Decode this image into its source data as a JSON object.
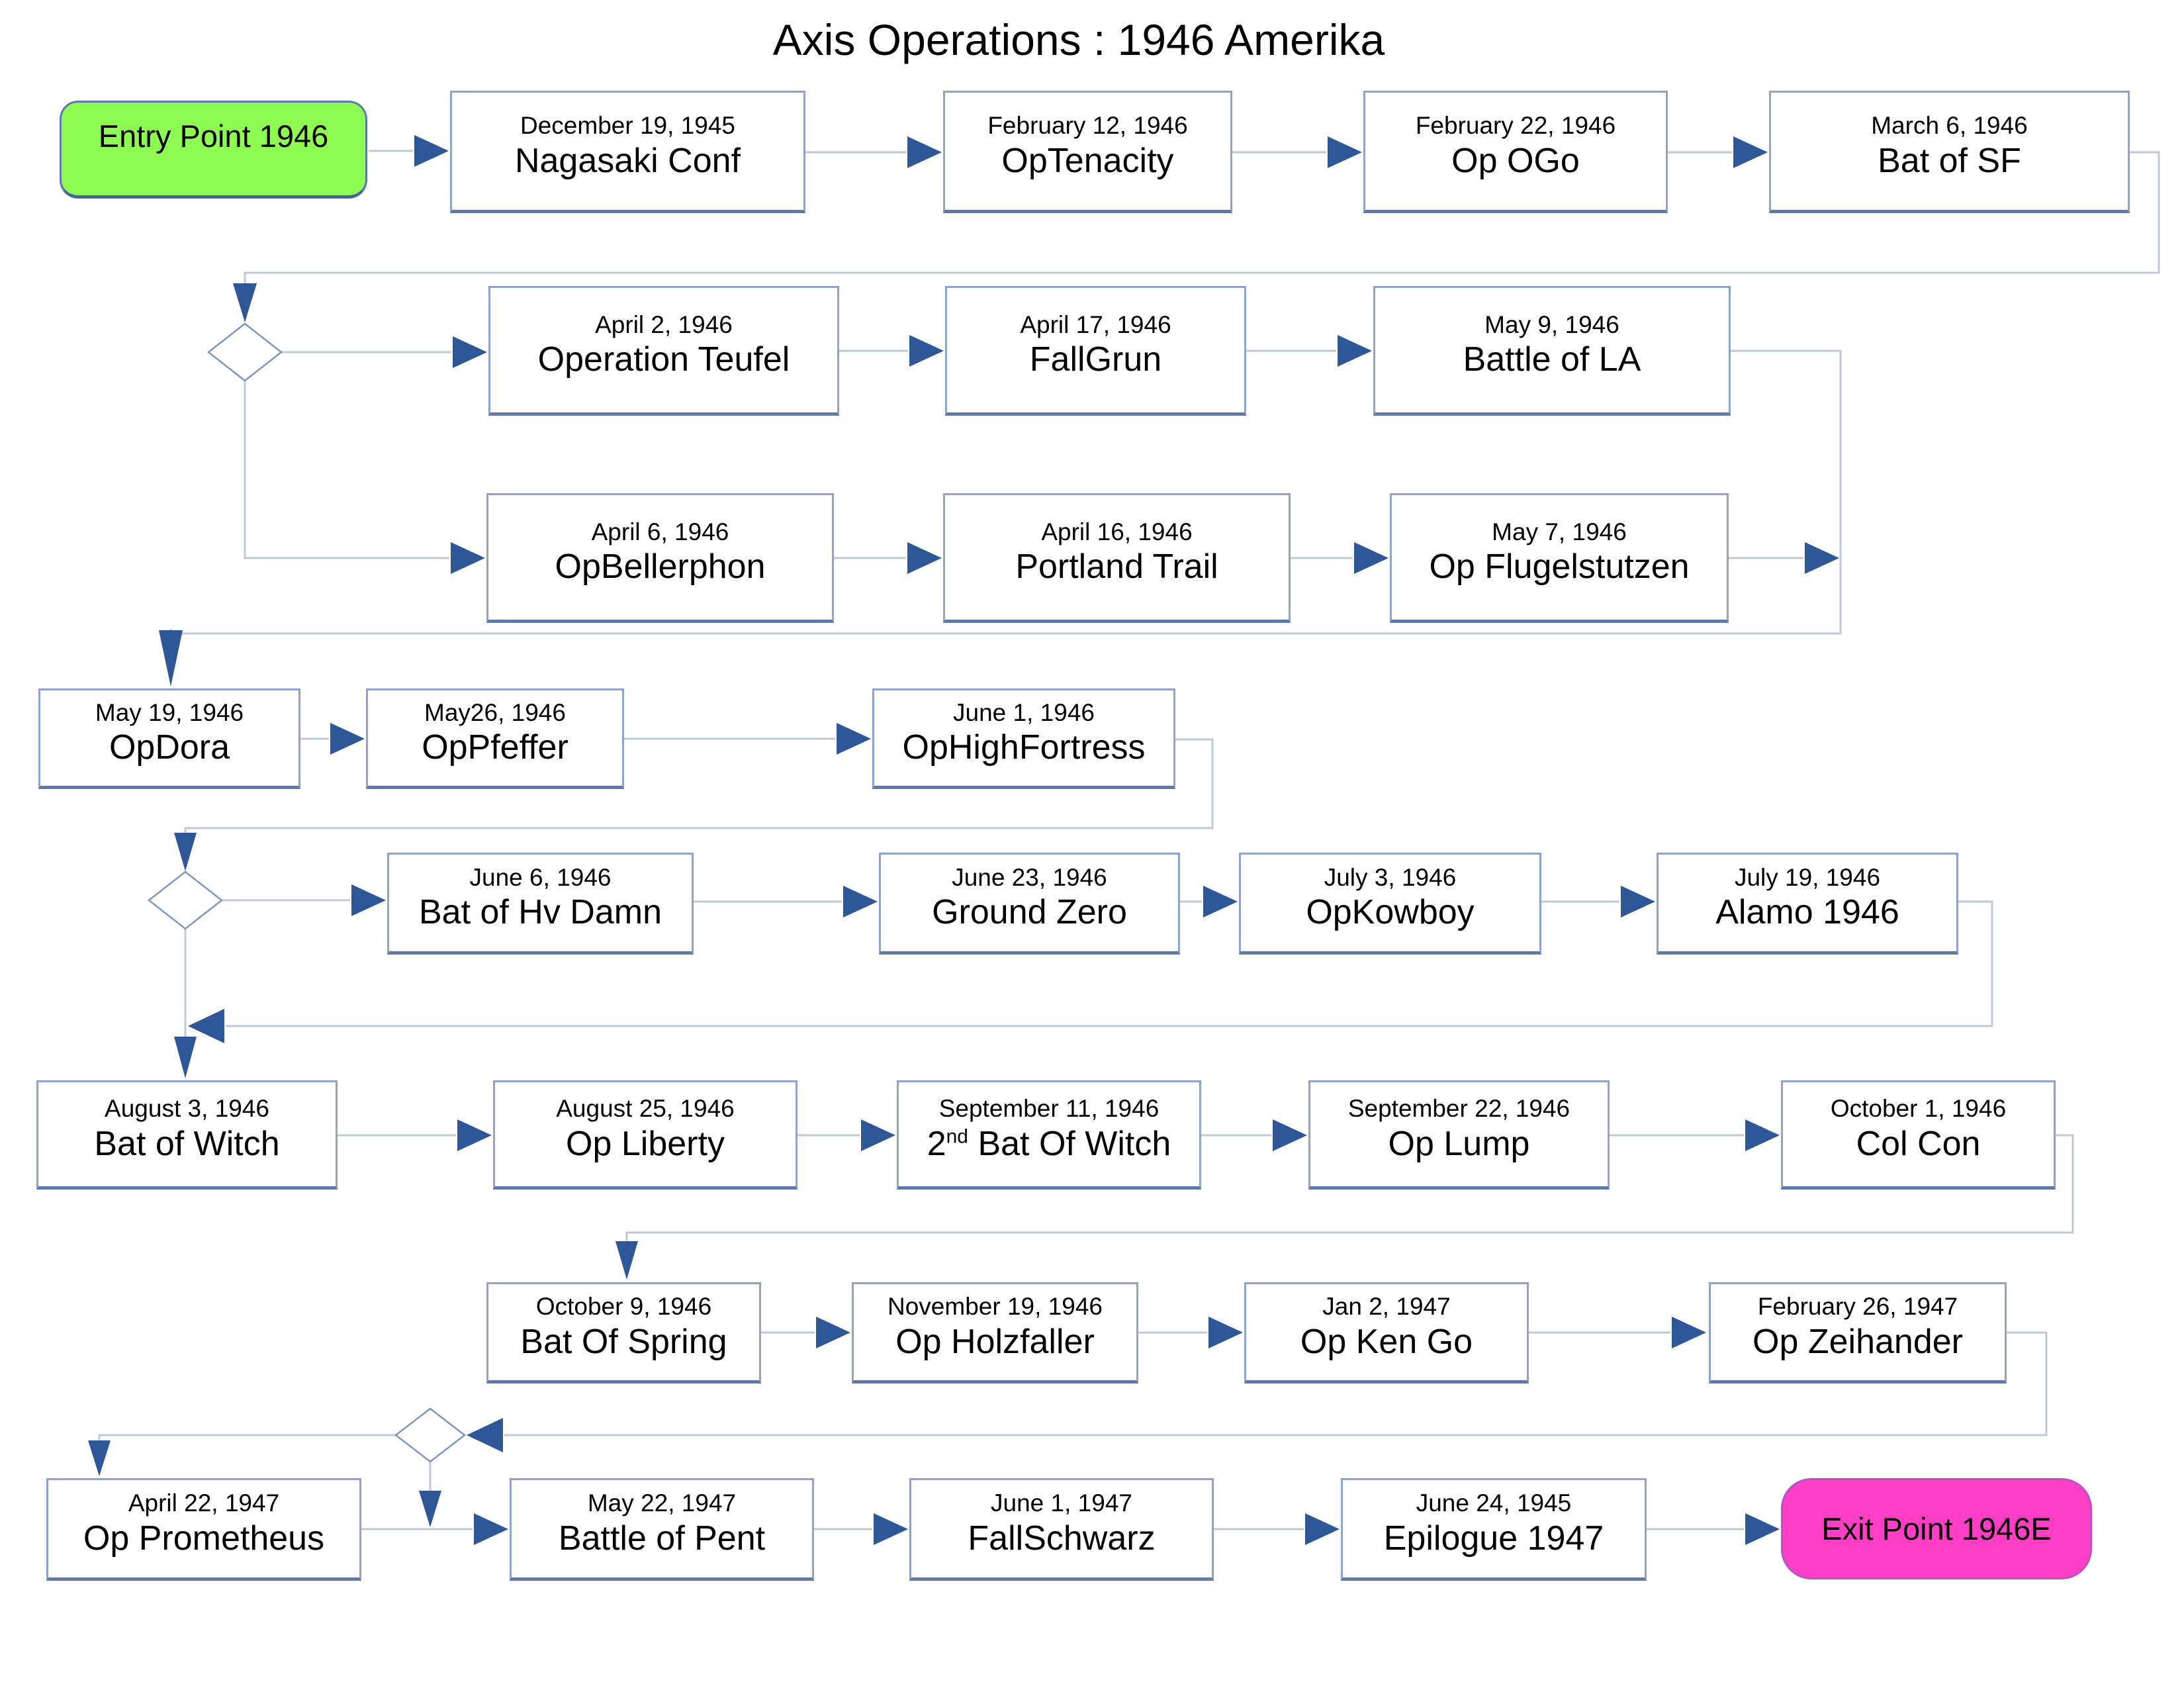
{
  "title": "Axis Operations : 1946 Amerika",
  "entry": {
    "label": "Entry Point 1946"
  },
  "exit": {
    "label": "Exit Point 1946E"
  },
  "nodes": [
    {
      "date": "December 19, 1945",
      "label": "Nagasaki Conf"
    },
    {
      "date": "February 12, 1946",
      "label": "OpTenacity"
    },
    {
      "date": "February 22, 1946",
      "label": "Op OGo"
    },
    {
      "date": "March 6, 1946",
      "label": "Bat of SF"
    },
    {
      "date": "April 2, 1946",
      "label": "Operation Teufel"
    },
    {
      "date": "April 17, 1946",
      "label": "FallGrun"
    },
    {
      "date": "May 9, 1946",
      "label": "Battle of LA"
    },
    {
      "date": "April 6, 1946",
      "label": "OpBellerphon"
    },
    {
      "date": "April 16, 1946",
      "label": "Portland Trail"
    },
    {
      "date": "May 7, 1946",
      "label": "Op Flugelstutzen"
    },
    {
      "date": "May 19, 1946",
      "label": "OpDora"
    },
    {
      "date": "May26, 1946",
      "label": "OpPfeffer"
    },
    {
      "date": "June 1, 1946",
      "label": "OpHighFortress"
    },
    {
      "date": "June 6, 1946",
      "label": "Bat of Hv Damn"
    },
    {
      "date": "June 23, 1946",
      "label": "Ground Zero"
    },
    {
      "date": "July 3, 1946",
      "label": "OpKowboy"
    },
    {
      "date": "July 19, 1946",
      "label": "Alamo 1946"
    },
    {
      "date": "August 3, 1946",
      "label": "Bat of Witch"
    },
    {
      "date": "August 25, 1946",
      "label": "Op Liberty"
    },
    {
      "date": "September 11, 1946",
      "label_num": "2",
      "label_sup": "nd",
      "label_rest": " Bat Of Witch"
    },
    {
      "date": "September 22, 1946",
      "label": "Op Lump"
    },
    {
      "date": "October 1, 1946",
      "label": "Col Con"
    },
    {
      "date": "October 9, 1946",
      "label": "Bat Of Spring"
    },
    {
      "date": "November 19, 1946",
      "label": "Op Holzfaller"
    },
    {
      "date": "Jan 2, 1947",
      "label": "Op Ken Go"
    },
    {
      "date": "February 26, 1947",
      "label": "Op Zeihander"
    },
    {
      "date": "April 22, 1947",
      "label": "Op Prometheus"
    },
    {
      "date": "May 22, 1947",
      "label": "Battle of Pent"
    },
    {
      "date": "June 1, 1947",
      "label": "FallSchwarz"
    },
    {
      "date": "June 24, 1945",
      "label": "Epilogue 1947"
    }
  ],
  "colors": {
    "entry_fill": "#8dfb52",
    "exit_fill": "#ff3ec6",
    "arrowhead": "#2d5797",
    "connector_line": "#bfc7d9",
    "box_border": "#8fa2cc"
  }
}
